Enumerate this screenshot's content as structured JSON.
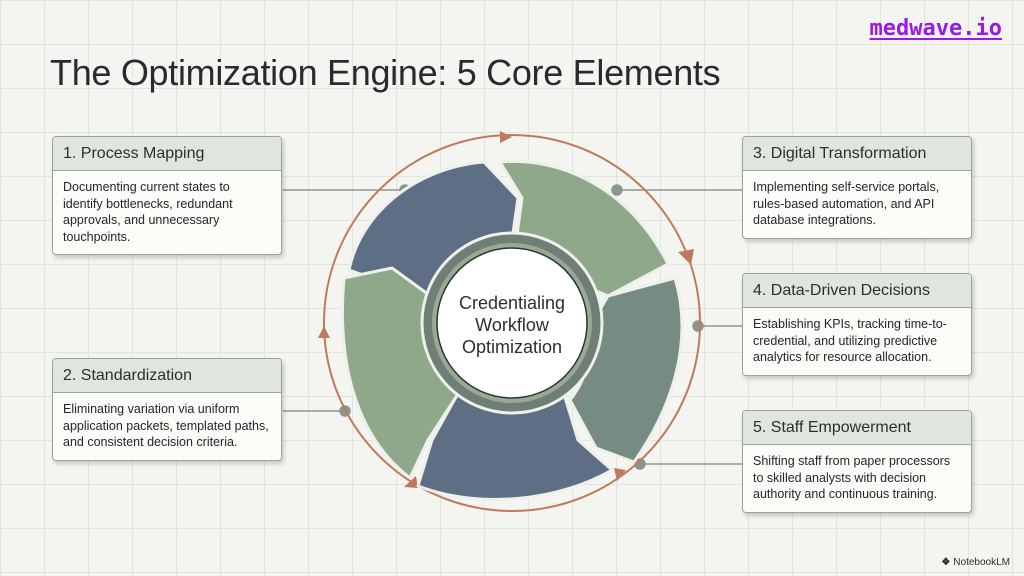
{
  "brand": "medwave.io",
  "title": "The Optimization Engine: 5 Core Elements",
  "center": {
    "line1": "Credentialing",
    "line2": "Workflow",
    "line3": "Optimization"
  },
  "elements": [
    {
      "title": "1. Process Mapping",
      "lines": [
        "Documenting current states to",
        "identify bottlenecks, redundant",
        "approvals, and unnecessary",
        "touchpoints."
      ]
    },
    {
      "title": "2. Standardization",
      "lines": [
        "Eliminating variation via uniform",
        "application packets, templated paths,",
        "and consistent decision criteria."
      ]
    },
    {
      "title": "3. Digital Transformation",
      "lines": [
        "Implementing self-service portals,",
        "rules-based automation, and API",
        "database integrations."
      ]
    },
    {
      "title": "4. Data-Driven Decisions",
      "lines": [
        "Establishing KPIs, tracking time-to-",
        "credential, and utilizing predictive",
        "analytics for resource allocation."
      ]
    },
    {
      "title": "5. Staff Empowerment",
      "lines": [
        "Shifting staff from paper processors",
        "to skilled analysts with decision",
        "authority and continuous training."
      ]
    }
  ],
  "colors": {
    "slate_blue": "#5e6e84",
    "sage_green": "#8fa889",
    "gray_green": "#768c82",
    "arrow": "#bf7a5c",
    "connector": "#8b9692"
  },
  "footer": "NotebookLM"
}
